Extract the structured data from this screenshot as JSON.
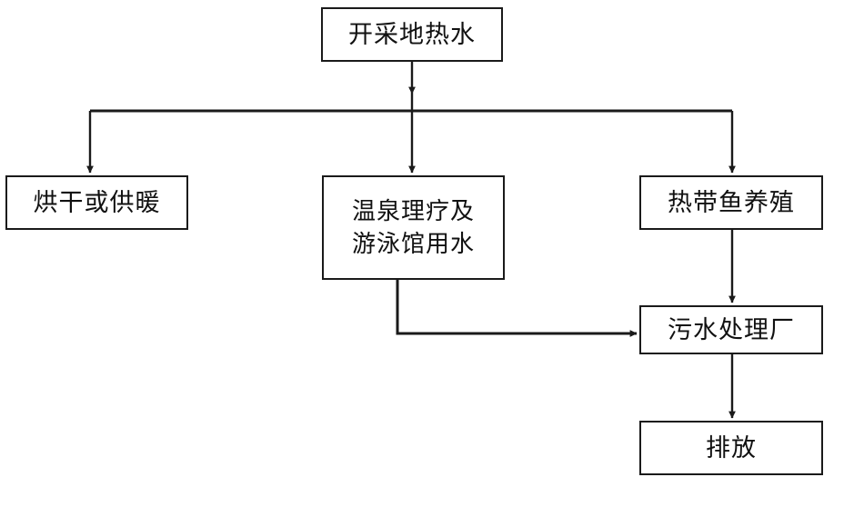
{
  "diagram": {
    "type": "flowchart",
    "orientation": "top-down",
    "background_color": "#ffffff",
    "line_color": "#1a1a1a",
    "box_fill": "#ffffff",
    "nodes": [
      {
        "id": "source",
        "label": "开采地热水",
        "role": "start"
      },
      {
        "id": "drying",
        "label": "烘干或供暖",
        "role": "process"
      },
      {
        "id": "spa",
        "label": "温泉理疗及\n游泳馆用水",
        "role": "process"
      },
      {
        "id": "fishfarm",
        "label": "热带鱼养殖",
        "role": "process"
      },
      {
        "id": "wwtp",
        "label": "污水处理厂",
        "role": "process"
      },
      {
        "id": "discharge",
        "label": "排放",
        "role": "end"
      }
    ],
    "edges": [
      {
        "from": "source",
        "to": "drying",
        "style": "elbow"
      },
      {
        "from": "source",
        "to": "spa",
        "style": "straight"
      },
      {
        "from": "source",
        "to": "fishfarm",
        "style": "elbow"
      },
      {
        "from": "spa",
        "to": "wwtp",
        "style": "elbow"
      },
      {
        "from": "fishfarm",
        "to": "wwtp",
        "style": "straight"
      },
      {
        "from": "wwtp",
        "to": "discharge",
        "style": "straight"
      }
    ]
  }
}
